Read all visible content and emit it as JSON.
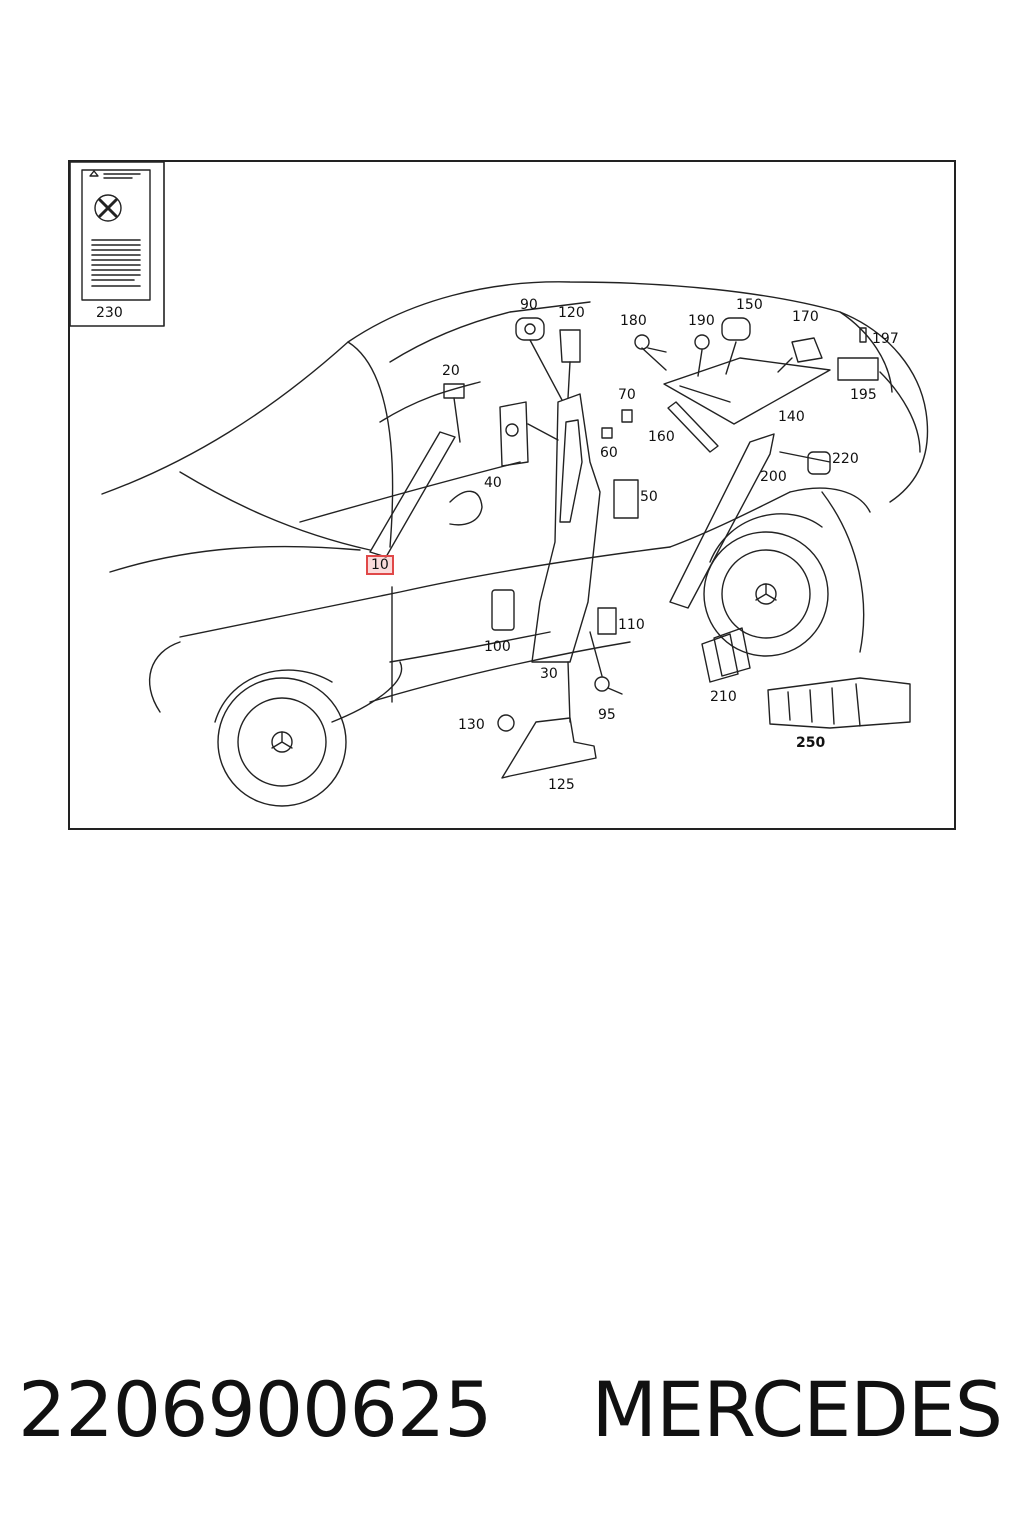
{
  "diagram": {
    "callouts": {
      "c10": "10",
      "c20": "20",
      "c30": "30",
      "c40": "40",
      "c50": "50",
      "c60": "60",
      "c70": "70",
      "c90": "90",
      "c95": "95",
      "c100": "100",
      "c110": "110",
      "c120": "120",
      "c125": "125",
      "c130": "130",
      "c140": "140",
      "c150": "150",
      "c160": "160",
      "c170": "170",
      "c180": "180",
      "c190": "190",
      "c195": "195",
      "c197": "197",
      "c200": "200",
      "c210": "210",
      "c220": "220",
      "c230": "230",
      "c250": "250"
    },
    "highlighted_callout": "10",
    "highlight_color": "#e04848"
  },
  "footer": {
    "part_number": "2206900625",
    "brand": "MERCEDES"
  }
}
